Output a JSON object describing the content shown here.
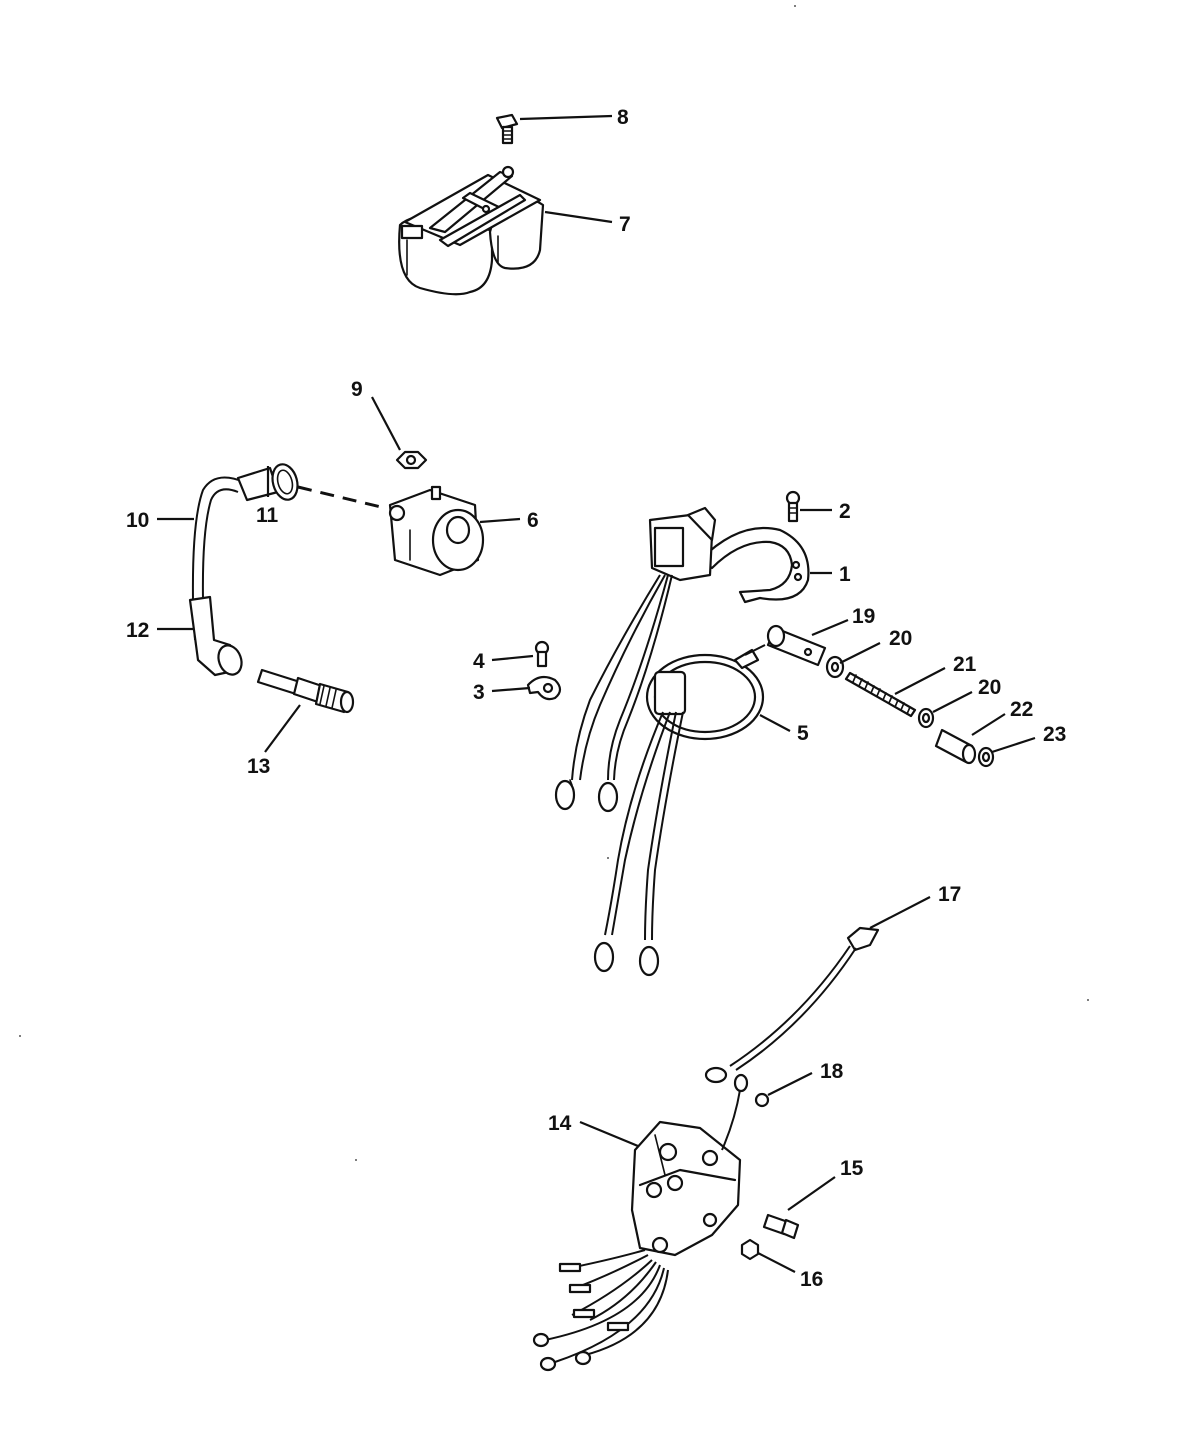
{
  "callouts": [
    {
      "id": "1",
      "text": "1"
    },
    {
      "id": "2",
      "text": "2"
    },
    {
      "id": "3",
      "text": "3"
    },
    {
      "id": "4",
      "text": "4"
    },
    {
      "id": "5",
      "text": "5"
    },
    {
      "id": "6",
      "text": "6"
    },
    {
      "id": "7",
      "text": "7"
    },
    {
      "id": "8",
      "text": "8"
    },
    {
      "id": "9",
      "text": "9"
    },
    {
      "id": "10",
      "text": "10"
    },
    {
      "id": "11",
      "text": "11"
    },
    {
      "id": "12",
      "text": "12"
    },
    {
      "id": "13",
      "text": "13"
    },
    {
      "id": "14",
      "text": "14"
    },
    {
      "id": "15",
      "text": "15"
    },
    {
      "id": "16",
      "text": "16"
    },
    {
      "id": "17",
      "text": "17"
    },
    {
      "id": "18",
      "text": "18"
    },
    {
      "id": "19",
      "text": "19"
    },
    {
      "id": "20a",
      "text": "20"
    },
    {
      "id": "20b",
      "text": "20"
    },
    {
      "id": "21",
      "text": "21"
    },
    {
      "id": "22",
      "text": "22"
    },
    {
      "id": "23",
      "text": "23"
    }
  ]
}
